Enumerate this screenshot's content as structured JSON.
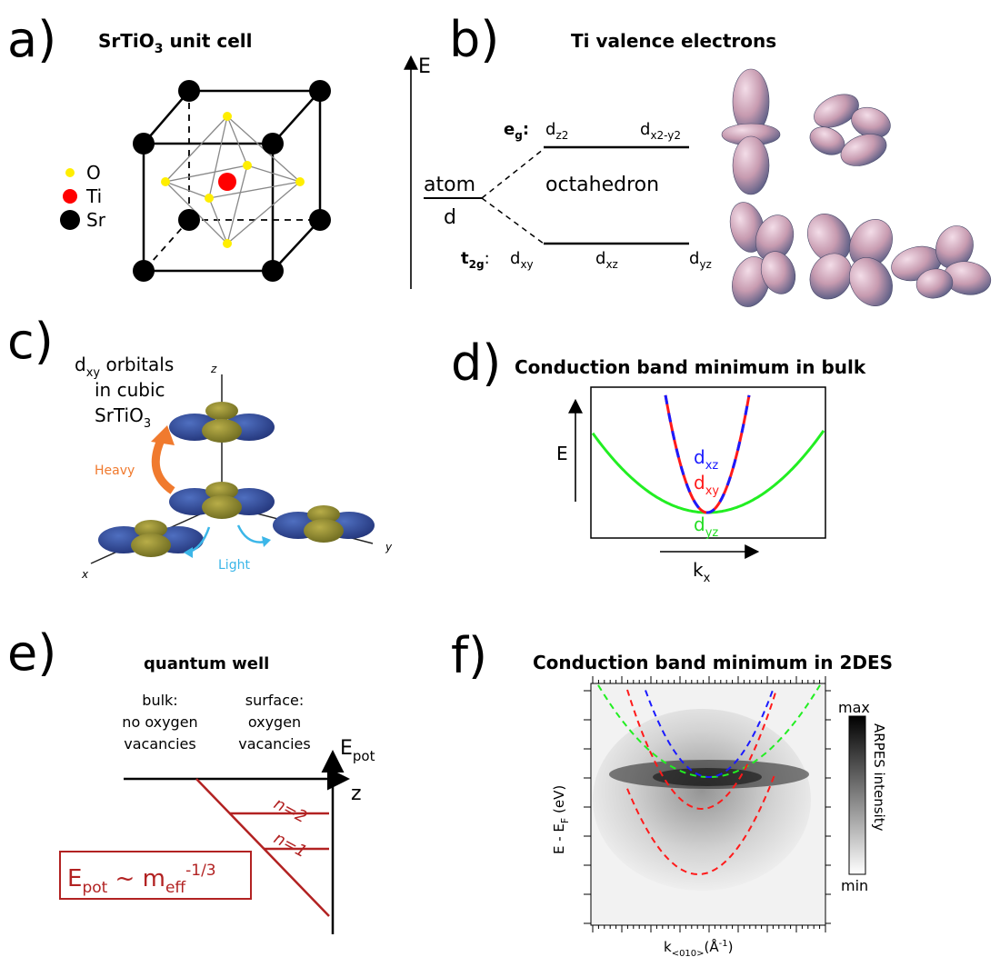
{
  "panels": {
    "a": {
      "letter": "a)",
      "title_main": "SrTiO",
      "title_sub": "3",
      "title_rest": " unit cell",
      "legend": [
        {
          "label": "O",
          "color": "#ffee00"
        },
        {
          "label": "Ti",
          "color": "#ff0000"
        },
        {
          "label": "Sr",
          "color": "#000000"
        }
      ]
    },
    "b": {
      "letter": "b)",
      "title": "Ti valence electrons",
      "axis_label": "E",
      "atom_label": "atom",
      "d_label": "d",
      "octahedron_label": "octahedron",
      "eg_label": "e",
      "eg_sub": "g",
      "t2g_label": "t",
      "t2g_sub": "2g",
      "upper_levels": [
        {
          "base": "d",
          "sub": "z2"
        },
        {
          "base": "d",
          "sub": "x2-y2"
        }
      ],
      "lower_levels": [
        {
          "base": "d",
          "sub": "xy"
        },
        {
          "base": "d",
          "sub": "xz"
        },
        {
          "base": "d",
          "sub": "yz"
        }
      ]
    },
    "c": {
      "letter": "c)",
      "caption_line1_base": "d",
      "caption_line1_sub": "xy",
      "caption_line1_rest": " orbitals",
      "caption_line2": "in cubic",
      "caption_line3_base": "SrTiO",
      "caption_line3_sub": "3",
      "axis_x": "x",
      "axis_y": "y",
      "axis_z": "z",
      "heavy_label": "Heavy",
      "light_label": "Light",
      "heavy_color": "#f07a2e",
      "light_color": "#3bb6e8"
    },
    "d": {
      "letter": "d)",
      "title": "Conduction band minimum in bulk",
      "axis_e": "E",
      "axis_k_base": "k",
      "axis_k_sub": "x",
      "bands": [
        {
          "base": "d",
          "sub": "xz",
          "color": "#1a1aff"
        },
        {
          "base": "d",
          "sub": "xy",
          "color": "#ff1a1a"
        },
        {
          "base": "d",
          "sub": "yz",
          "color": "#22ee22"
        }
      ]
    },
    "e": {
      "letter": "e)",
      "title": "quantum well",
      "bulk_text": [
        "bulk:",
        "no oxygen",
        "vacancies"
      ],
      "surface_text": [
        "surface:",
        "oxygen",
        "vacancies"
      ],
      "axis_e_base": "E",
      "axis_e_sub": "pot",
      "axis_z": "z",
      "n2": "n=2",
      "n1": "n=1",
      "formula_base": "E",
      "formula_sub": "pot",
      "formula_mid": " ~ m",
      "formula_sub2": "eff",
      "formula_sup": "-1/3",
      "accent_color": "#b22222"
    },
    "f": {
      "letter": "f)",
      "title": "Conduction band minimum in 2DES",
      "ylabel_base": "E - E",
      "ylabel_sub": "F",
      "ylabel_rest": " (eV)",
      "xlabel_base": "k",
      "xlabel_sub": "<010>",
      "xlabel_rest": "(Å",
      "xlabel_sup": "-1",
      "xlabel_end": ")",
      "colorbar_max": "max",
      "colorbar_min": "min",
      "colorbar_label": "ARPES intensity"
    }
  }
}
